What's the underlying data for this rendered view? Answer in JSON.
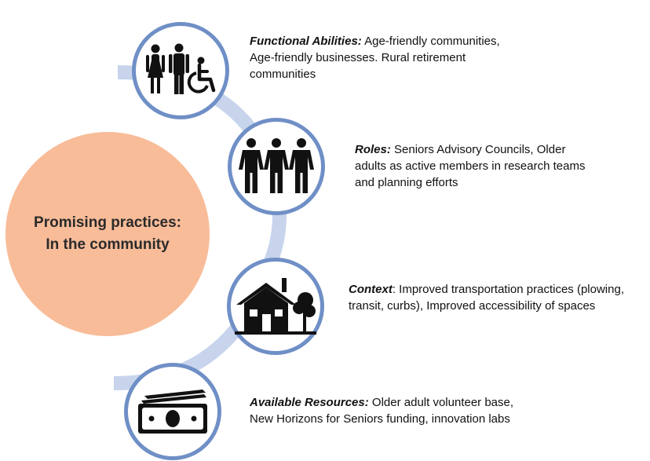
{
  "center": {
    "line1": "Promising practices:",
    "line2": "In the community"
  },
  "items": [
    {
      "term": "Functional Abilities:",
      "text": " Age-friendly communities, Age-friendly businesses. Rural retirement communities",
      "icon": "people-accessibility-icon"
    },
    {
      "term": "Roles:",
      "text": " Seniors Advisory Councils, Older adults as active members in research teams and planning efforts",
      "icon": "three-people-icon"
    },
    {
      "term": "Context",
      "text": ": Improved transportation practices (plowing, transit, curbs), Improved accessibility of spaces",
      "icon": "house-tree-icon"
    },
    {
      "term": "Available Resources:",
      "text": " Older adult volunteer base, New Horizons for Seniors funding, innovation labs",
      "icon": "money-stack-icon"
    }
  ],
  "colors": {
    "center_fill": "#f8bc99",
    "node_border": "#6f8fc6",
    "arc": "#c7d4ec"
  }
}
